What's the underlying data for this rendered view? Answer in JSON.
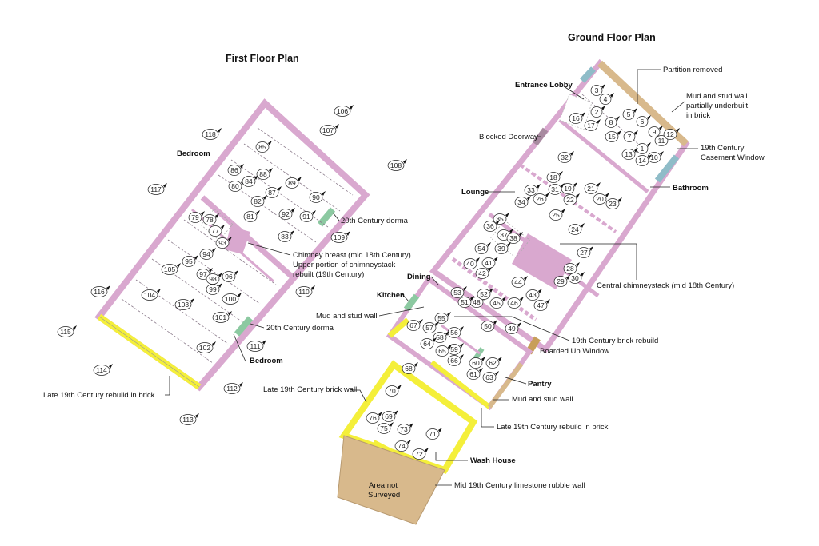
{
  "titles": {
    "first_floor": "First Floor Plan",
    "ground_floor": "Ground Floor Plan"
  },
  "first_floor_labels": {
    "bedroom_top": "Bedroom",
    "bedroom_bottom": "Bedroom",
    "dorma_top": "20th Century dorma",
    "dorma_bottom": "20th Century dorma",
    "chimney_line1": "Chimney breast (mid 18th Century)",
    "chimney_line2": "Upper portion of chimneystack",
    "chimney_line3": "rebuilt (19th Century)",
    "rebuild": "Late 19th Century rebuild in brick"
  },
  "ground_floor_labels": {
    "entrance_lobby": "Entrance Lobby",
    "partition": "Partition removed",
    "mud_wall_1": "Mud and stud wall",
    "mud_wall_2": "partially underbuilt",
    "mud_wall_3": "in brick",
    "blocked_doorway": "Blocked Doorway",
    "casement_1": "19th Century",
    "casement_2": "Casement Window",
    "bathroom": "Bathroom",
    "lounge": "Lounge",
    "central_chimney": "Central chimneystack (mid 18th Century)",
    "dining": "Dining",
    "kitchen": "Kitchen",
    "mud_stud_kitchen": "Mud and stud wall",
    "brick_rebuild": "19th Century brick rebuild",
    "boarded": "Boarded Up Window",
    "pantry": "Pantry",
    "mud_stud_pantry": "Mud and stud wall",
    "late_brick_wall": "Late 19th Century brick wall",
    "late_rebuild": "Late 19th Century rebuild in brick",
    "wash_house": "Wash House",
    "area_1": "Area not",
    "area_2": "Surveyed",
    "limestone": "Mid 19th Century limestone rubble wall"
  },
  "colors": {
    "wall_18c": "#d9a8cf",
    "wall_brick_late19c": "#f4ef3a",
    "wall_mud_stud": "#d8b98c",
    "window_modern": "#8cc9a1",
    "window_casement": "#8fbcc8",
    "boarded_window": "#c89e5a",
    "blocked_doorway": "#a88aa0",
    "chimney": "#d9a8cf"
  },
  "markers": [
    {
      "label": "1"
    },
    {
      "label": "2"
    },
    {
      "label": "3"
    },
    {
      "label": "4"
    },
    {
      "label": "5"
    },
    {
      "label": "6"
    },
    {
      "label": "7"
    },
    {
      "label": "8"
    },
    {
      "label": "9"
    },
    {
      "label": "10"
    },
    {
      "label": "11"
    },
    {
      "label": "12"
    },
    {
      "label": "13"
    },
    {
      "label": "14"
    },
    {
      "label": "15"
    },
    {
      "label": "16"
    },
    {
      "label": "17"
    },
    {
      "label": "18"
    },
    {
      "label": "19"
    },
    {
      "label": "20"
    },
    {
      "label": "21"
    },
    {
      "label": "22"
    },
    {
      "label": "23"
    },
    {
      "label": "24"
    },
    {
      "label": "25"
    },
    {
      "label": "26"
    },
    {
      "label": "27"
    },
    {
      "label": "28"
    },
    {
      "label": "29"
    },
    {
      "label": "30"
    },
    {
      "label": "31"
    },
    {
      "label": "32"
    },
    {
      "label": "33"
    },
    {
      "label": "34"
    },
    {
      "label": "35"
    },
    {
      "label": "36"
    },
    {
      "label": "37"
    },
    {
      "label": "38"
    },
    {
      "label": "39"
    },
    {
      "label": "40"
    },
    {
      "label": "41"
    },
    {
      "label": "42"
    },
    {
      "label": "43"
    },
    {
      "label": "44"
    },
    {
      "label": "45"
    },
    {
      "label": "46"
    },
    {
      "label": "47"
    },
    {
      "label": "48"
    },
    {
      "label": "49"
    },
    {
      "label": "50"
    },
    {
      "label": "51"
    },
    {
      "label": "52"
    },
    {
      "label": "53"
    },
    {
      "label": "54"
    },
    {
      "label": "55"
    },
    {
      "label": "56"
    },
    {
      "label": "57"
    },
    {
      "label": "58"
    },
    {
      "label": "59"
    },
    {
      "label": "60"
    },
    {
      "label": "61"
    },
    {
      "label": "62"
    },
    {
      "label": "63"
    },
    {
      "label": "64"
    },
    {
      "label": "65"
    },
    {
      "label": "66"
    },
    {
      "label": "67"
    },
    {
      "label": "68"
    },
    {
      "label": "69"
    },
    {
      "label": "70"
    },
    {
      "label": "71"
    },
    {
      "label": "72"
    },
    {
      "label": "73"
    },
    {
      "label": "74"
    },
    {
      "label": "75"
    },
    {
      "label": "76"
    },
    {
      "label": "77"
    },
    {
      "label": "78"
    },
    {
      "label": "79"
    },
    {
      "label": "80"
    },
    {
      "label": "81"
    },
    {
      "label": "82"
    },
    {
      "label": "83"
    },
    {
      "label": "84"
    },
    {
      "label": "85"
    },
    {
      "label": "86"
    },
    {
      "label": "87"
    },
    {
      "label": "88"
    },
    {
      "label": "89"
    },
    {
      "label": "90"
    },
    {
      "label": "91"
    },
    {
      "label": "92"
    },
    {
      "label": "93"
    },
    {
      "label": "94"
    },
    {
      "label": "95"
    },
    {
      "label": "96"
    },
    {
      "label": "97"
    },
    {
      "label": "98"
    },
    {
      "label": "99"
    },
    {
      "label": "100"
    },
    {
      "label": "101"
    },
    {
      "label": "102"
    },
    {
      "label": "103"
    },
    {
      "label": "104"
    },
    {
      "label": "105"
    },
    {
      "label": "106"
    },
    {
      "label": "107"
    },
    {
      "label": "108"
    },
    {
      "label": "109"
    },
    {
      "label": "110"
    },
    {
      "label": "111"
    },
    {
      "label": "112"
    },
    {
      "label": "113"
    },
    {
      "label": "114"
    },
    {
      "label": "115"
    },
    {
      "label": "116"
    },
    {
      "label": "117"
    },
    {
      "label": "118"
    }
  ]
}
